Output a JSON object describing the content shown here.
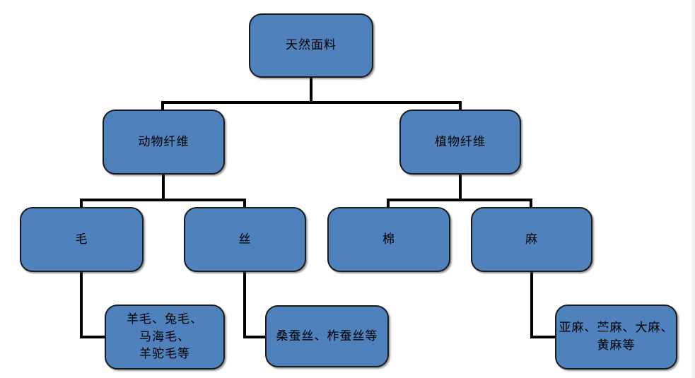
{
  "diagram": {
    "type": "flowchart-tree",
    "colors": {
      "background": "#ffffff",
      "node_fill": "#4f81bd",
      "node_border": "#1a1a1a",
      "connector": "#000000"
    },
    "nodes": {
      "root": {
        "label": "天然面料"
      },
      "animal_fiber": {
        "label": "动物纤维"
      },
      "plant_fiber": {
        "label": "植物纤维"
      },
      "wool": {
        "label": "毛"
      },
      "silk": {
        "label": "丝"
      },
      "cotton": {
        "label": "棉"
      },
      "hemp": {
        "label": "麻"
      },
      "wool_types": {
        "label": "羊毛、兔毛、\n马海毛、\n羊驼毛等"
      },
      "silk_types": {
        "label": "桑蚕丝、柞蚕丝等"
      },
      "hemp_types": {
        "label": "亚麻、苎麻、大麻、\n黄麻等"
      }
    },
    "edges": [
      {
        "from": "root",
        "to": "animal_fiber"
      },
      {
        "from": "root",
        "to": "plant_fiber"
      },
      {
        "from": "animal_fiber",
        "to": "wool"
      },
      {
        "from": "animal_fiber",
        "to": "silk"
      },
      {
        "from": "plant_fiber",
        "to": "cotton"
      },
      {
        "from": "plant_fiber",
        "to": "hemp"
      },
      {
        "from": "wool",
        "to": "wool_types"
      },
      {
        "from": "silk",
        "to": "silk_types"
      },
      {
        "from": "hemp",
        "to": "hemp_types"
      }
    ]
  }
}
